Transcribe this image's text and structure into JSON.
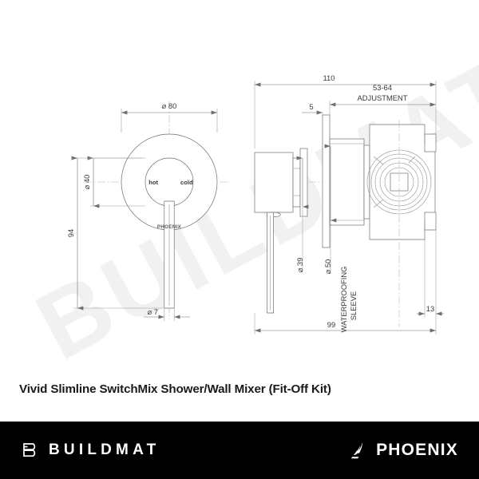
{
  "page": {
    "background": "#ffffff",
    "drawing_line_color": "#6e6e73",
    "watermark_text": "BUILDMAT",
    "watermark_color": "#f0f0f1"
  },
  "title": {
    "text": "Vivid Slimline SwitchMix Shower/Wall Mixer (Fit-Off Kit)"
  },
  "footer": {
    "background": "#000000",
    "buildmat": {
      "name": "BUILDMAT",
      "mark": "buildmat-b-logo-icon"
    },
    "phoenix": {
      "name": "PHOENIX",
      "mark": "phoenix-flame-logo-icon"
    }
  },
  "front_view": {
    "name": "front-elevation",
    "dimensions": {
      "outer_plate_diameter": "⌀ 80",
      "handle_hub_diameter": "⌀ 40",
      "overall_height": "94",
      "lever_diameter": "⌀ 7"
    },
    "labels": {
      "hot": "hot",
      "cold": "cold",
      "brand": "PHOENIX"
    }
  },
  "side_view": {
    "name": "side-elevation",
    "dimensions": {
      "overall_depth": "110",
      "adjustment_range": "53-64",
      "adjustment_label": "ADJUSTMENT",
      "plate_thickness": "5",
      "body_diameter": "⌀ 39",
      "sleeve_diameter": "⌀ 50",
      "sleeve_label": "WATERPROOFING\nSLEEVE",
      "sleeve_label_line1": "WATERPROOFING",
      "sleeve_label_line2": "SLEEVE",
      "rear_projection": "13",
      "lever_depth": "99"
    }
  }
}
